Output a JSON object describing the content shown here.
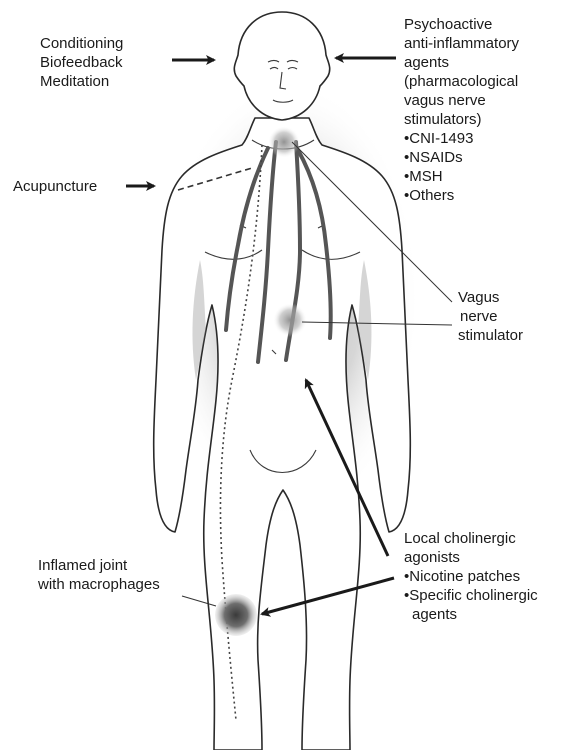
{
  "labels": {
    "conditioning": [
      "Conditioning",
      "Biofeedback",
      "Meditation"
    ],
    "psychoactive": [
      "Psychoactive",
      "anti-inflammatory",
      "agents",
      "(pharmacological",
      "vagus nerve",
      "stimulators)"
    ],
    "psychoactive_bullets": [
      "•CNI-1493",
      "•NSAIDs",
      "•MSH",
      "•Others"
    ],
    "acupuncture": "Acupuncture",
    "vagus": [
      "Vagus",
      "nerve",
      "stimulator"
    ],
    "inflamed": [
      "Inflamed joint",
      "with macrophages"
    ],
    "cholinergic": [
      "Local cholinergic",
      "agonists"
    ],
    "cholinergic_bullets": [
      "•Nicotine patches",
      "•Specific cholinergic",
      "agents"
    ]
  },
  "colors": {
    "body_outline": "#2a2a2a",
    "nerve": "#555555",
    "glow": "#6a6a6a",
    "arrow": "#1a1a1a",
    "text": "#1a1a1a"
  }
}
